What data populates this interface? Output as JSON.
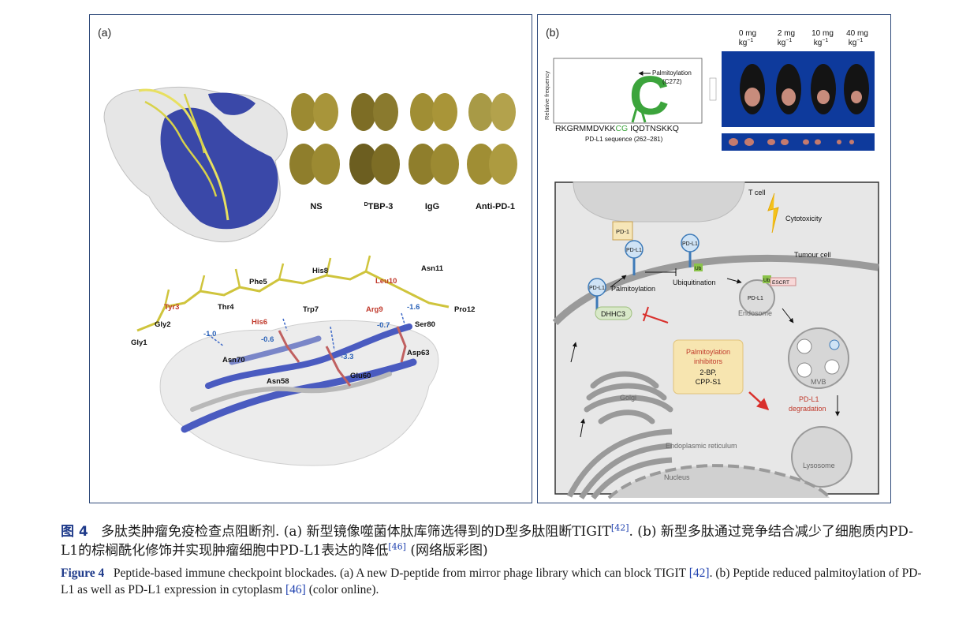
{
  "panel_a": {
    "label": "(a)",
    "lung_labels": [
      "NS",
      "TBP-3",
      "IgG",
      "Anti-PD-1"
    ],
    "lung_label_prefix": "D",
    "residues_black": [
      "His8",
      "Asn11",
      "Phe5",
      "Thr4",
      "Trp7",
      "Pro12",
      "Gly2",
      "Gly1",
      "Ser80",
      "Asn70",
      "Asp63",
      "Asn58",
      "Glu60"
    ],
    "residues_red": [
      "Leu10",
      "Tyr3",
      "Arg9",
      "His6"
    ],
    "distances": [
      "-1.6",
      "-0.7",
      "-1.0",
      "-0.6",
      "-3.3"
    ]
  },
  "panel_b": {
    "label": "(b)",
    "dose_labels": [
      {
        "top": "0 mg",
        "bottom": "kg"
      },
      {
        "top": "2 mg",
        "bottom": "kg"
      },
      {
        "top": "10 mg",
        "bottom": "kg"
      },
      {
        "top": "40 mg",
        "bottom": "kg"
      }
    ],
    "dose_exp": "−1",
    "logo": {
      "ylabel": "Relative frequency",
      "annotation_1": "Palmitoylation",
      "annotation_2": "(C272)",
      "seq_pre": "RKGRMMDVKK",
      "seq_c": "C",
      "seq_g": "G",
      "seq_post": " IQDTNSKKQ",
      "xlabel": "PD-L1 sequence (262–281)"
    },
    "cell": {
      "t_cell": "T cell",
      "cytotoxicity": "Cytotoxicity",
      "tumour_cell": "Tumour cell",
      "pd1": "PD-1",
      "pdl1": "PD-L1",
      "palmitoylation": "Palmitoylation",
      "ubiquitination": "Ubiquitination",
      "ub": "Ub",
      "escrt": "ESCRT",
      "endosome": "Endosome",
      "dhhc3": "DHHC3",
      "inhib_1": "Palmitoylation",
      "inhib_2": "inhibitors",
      "inhib_3": "2-BP,",
      "inhib_4": "CPP-S1",
      "mvb": "MVB",
      "degr_1": "PD-L1",
      "degr_2": "degradation",
      "golgi": "Golgi",
      "er": "Endoplasmic reticulum",
      "lysosome": "Lysosome",
      "nucleus": "Nucleus"
    }
  },
  "caption_cn": {
    "fig": "图 4",
    "t1": "多肽类肿瘤免疫检查点阻断剂. (a) 新型镜像噬菌体肽库筛选得到的D型多肽阻断TIGIT",
    "r1": "[42]",
    "t2": ". (b) 新型多肽通过竞争结合减少了细胞质内PD-L1的棕榈酰化修饰并实现肿瘤细胞中PD-L1表达的降低",
    "r2": "[46]",
    "t3": " (网络版彩图)"
  },
  "caption_en": {
    "fig": "Figure 4",
    "t1": "Peptide-based immune checkpoint blockades. (a) A new D-peptide from mirror phage library which can block TIGIT ",
    "r1": "[42]",
    "t2": ". (b) Peptide reduced palmitoylation of PD-L1 as well as PD-L1 expression in cytoplasm ",
    "r2": "[46]",
    "t3": " (color online)."
  },
  "colors": {
    "frame": "#2f4a7a",
    "caption_blue": "#1e3a8a",
    "protein_blue": "#3a48a8",
    "peptide_yellow": "#d8d24a",
    "red_label": "#c0392b"
  }
}
